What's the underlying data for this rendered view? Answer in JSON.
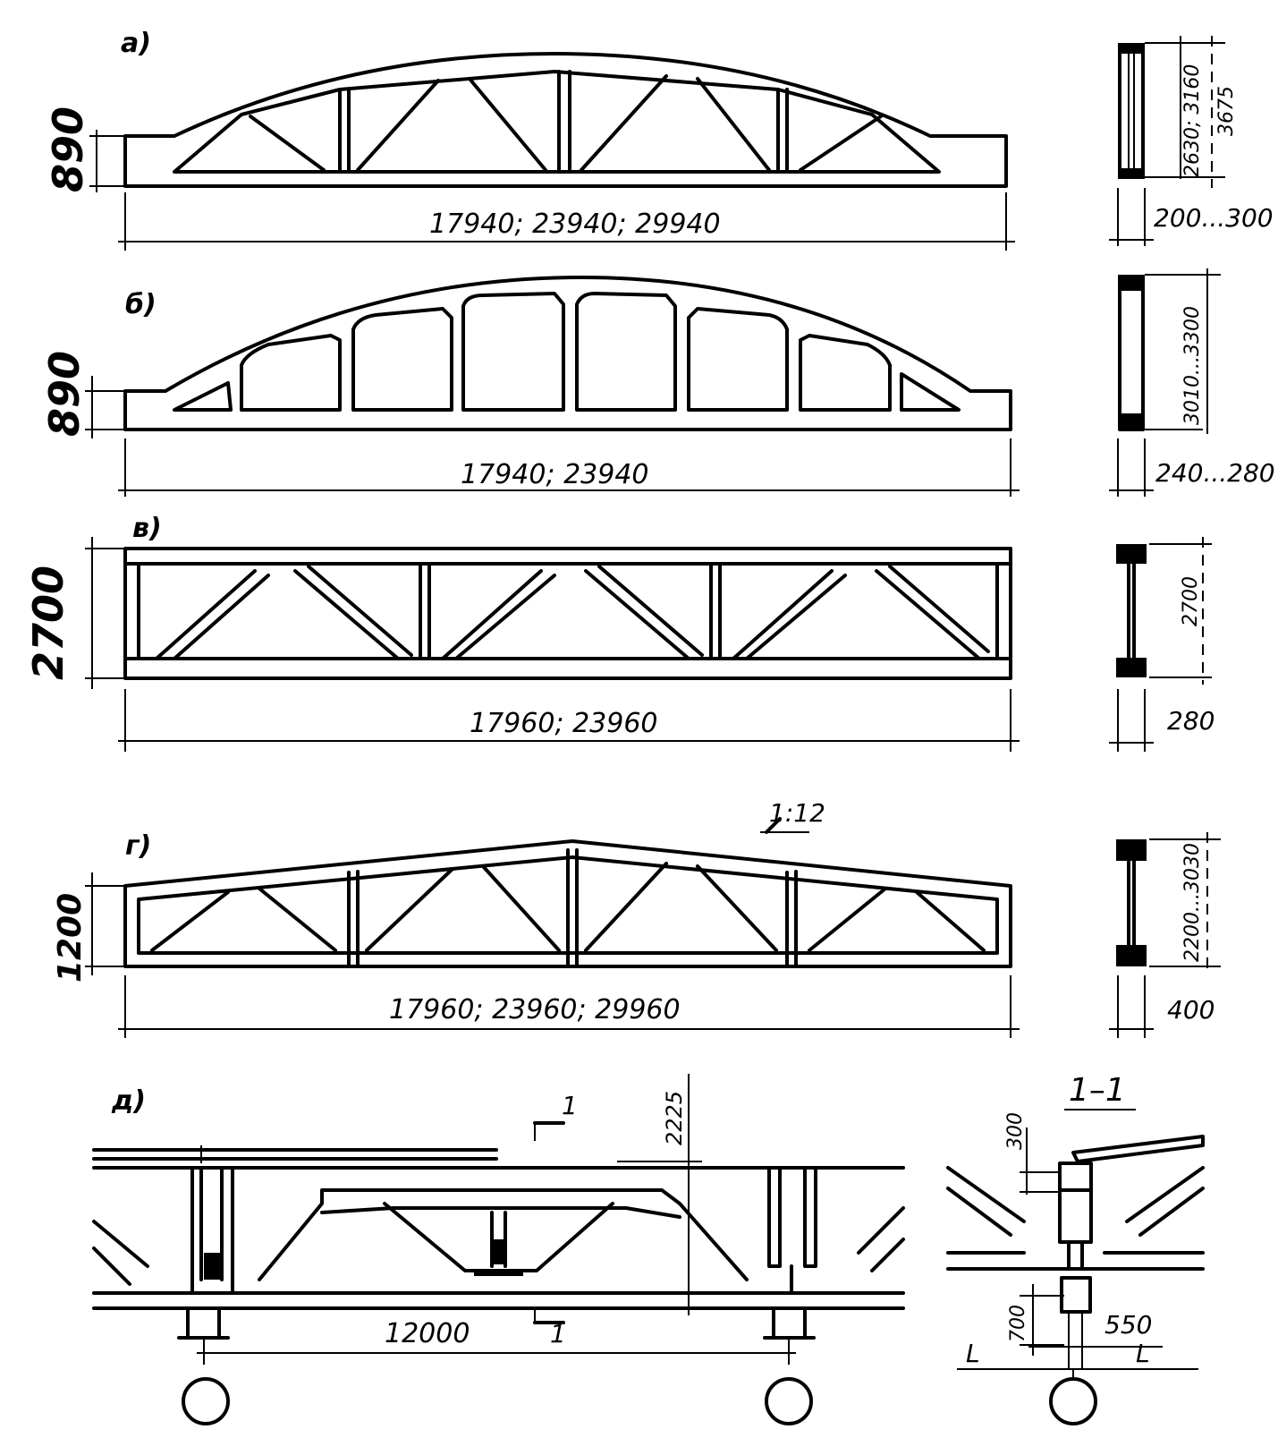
{
  "panels": {
    "a": {
      "label": "а)",
      "height": "890",
      "span": "17940; 23940; 29940",
      "sec_height_main": "2630; 3160",
      "sec_height_total": "3675",
      "sec_width": "200...300"
    },
    "b": {
      "label": "б)",
      "height": "890",
      "span": "17940; 23940",
      "sec_height": "3010...3300",
      "sec_width": "240...280"
    },
    "v": {
      "label": "в)",
      "height": "2700",
      "span": "17960; 23960",
      "sec_height": "2700",
      "sec_width": "280"
    },
    "g": {
      "label": "г)",
      "height": "1200",
      "slope": "1:12",
      "span": "17960; 23960; 29960",
      "sec_height": "2200...3030",
      "sec_width": "400"
    },
    "d": {
      "label": "д)",
      "cut_mark": "1",
      "cut_height": "2225",
      "span": "12000"
    },
    "section11": {
      "title": "1–1",
      "dim_top": "300",
      "dim_bottom": "700",
      "dim_right": "550",
      "axis_left": "L",
      "axis_right": "L"
    }
  }
}
